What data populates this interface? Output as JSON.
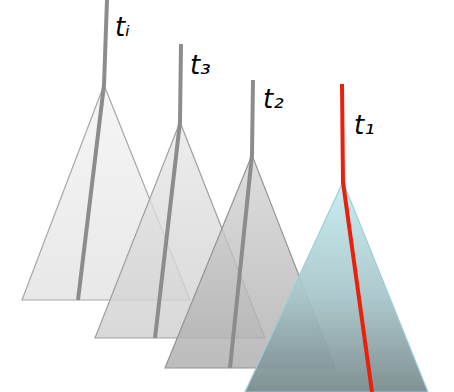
{
  "diagram": {
    "labels": [
      "tᵢ",
      "t₃",
      "t₂",
      "t₁"
    ]
  }
}
